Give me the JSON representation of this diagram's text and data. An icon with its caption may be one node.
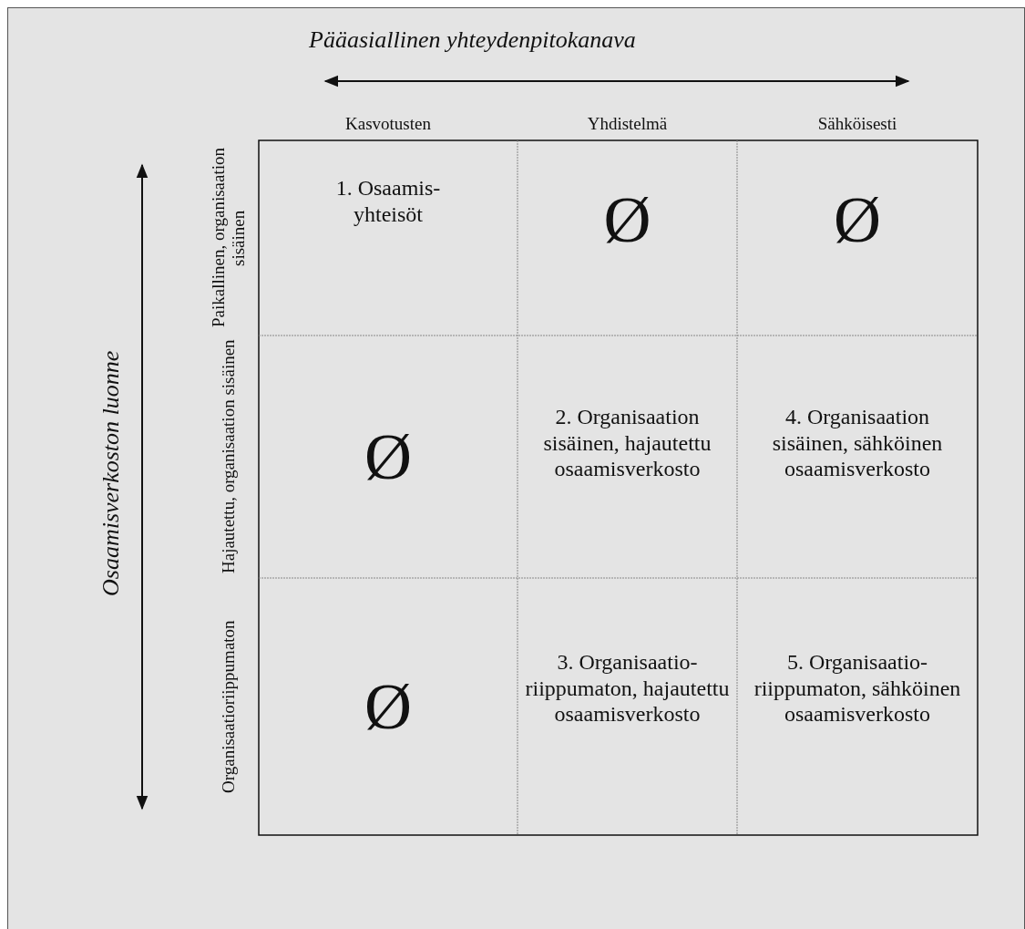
{
  "diagram": {
    "labels": [
      "Pääasiallinen yhteydenpitokanava",
      "Kasvotusten",
      "Yhdistelmä",
      "Sähköisesti",
      "Osaamisverkoston luonne",
      "Paikallinen, organisaation sisäinen",
      "Hajautettu, organisaation sisäinen",
      "Organisaatioriippumaton",
      "1. Osaamis- yhteisöt",
      "Ø",
      "Ø",
      "Ø",
      "2. Organisaation sisäinen, hajautettu osaamisverkosto",
      "4. Organisaation sisäinen, sähköinen osaamisverkosto",
      "Ø",
      "3. Organisaatio- riippumaton, hajautettu osaamisverkosto",
      "5. Organisaatio- riippumaton, sähköinen osaamisverkosto"
    ]
  }
}
